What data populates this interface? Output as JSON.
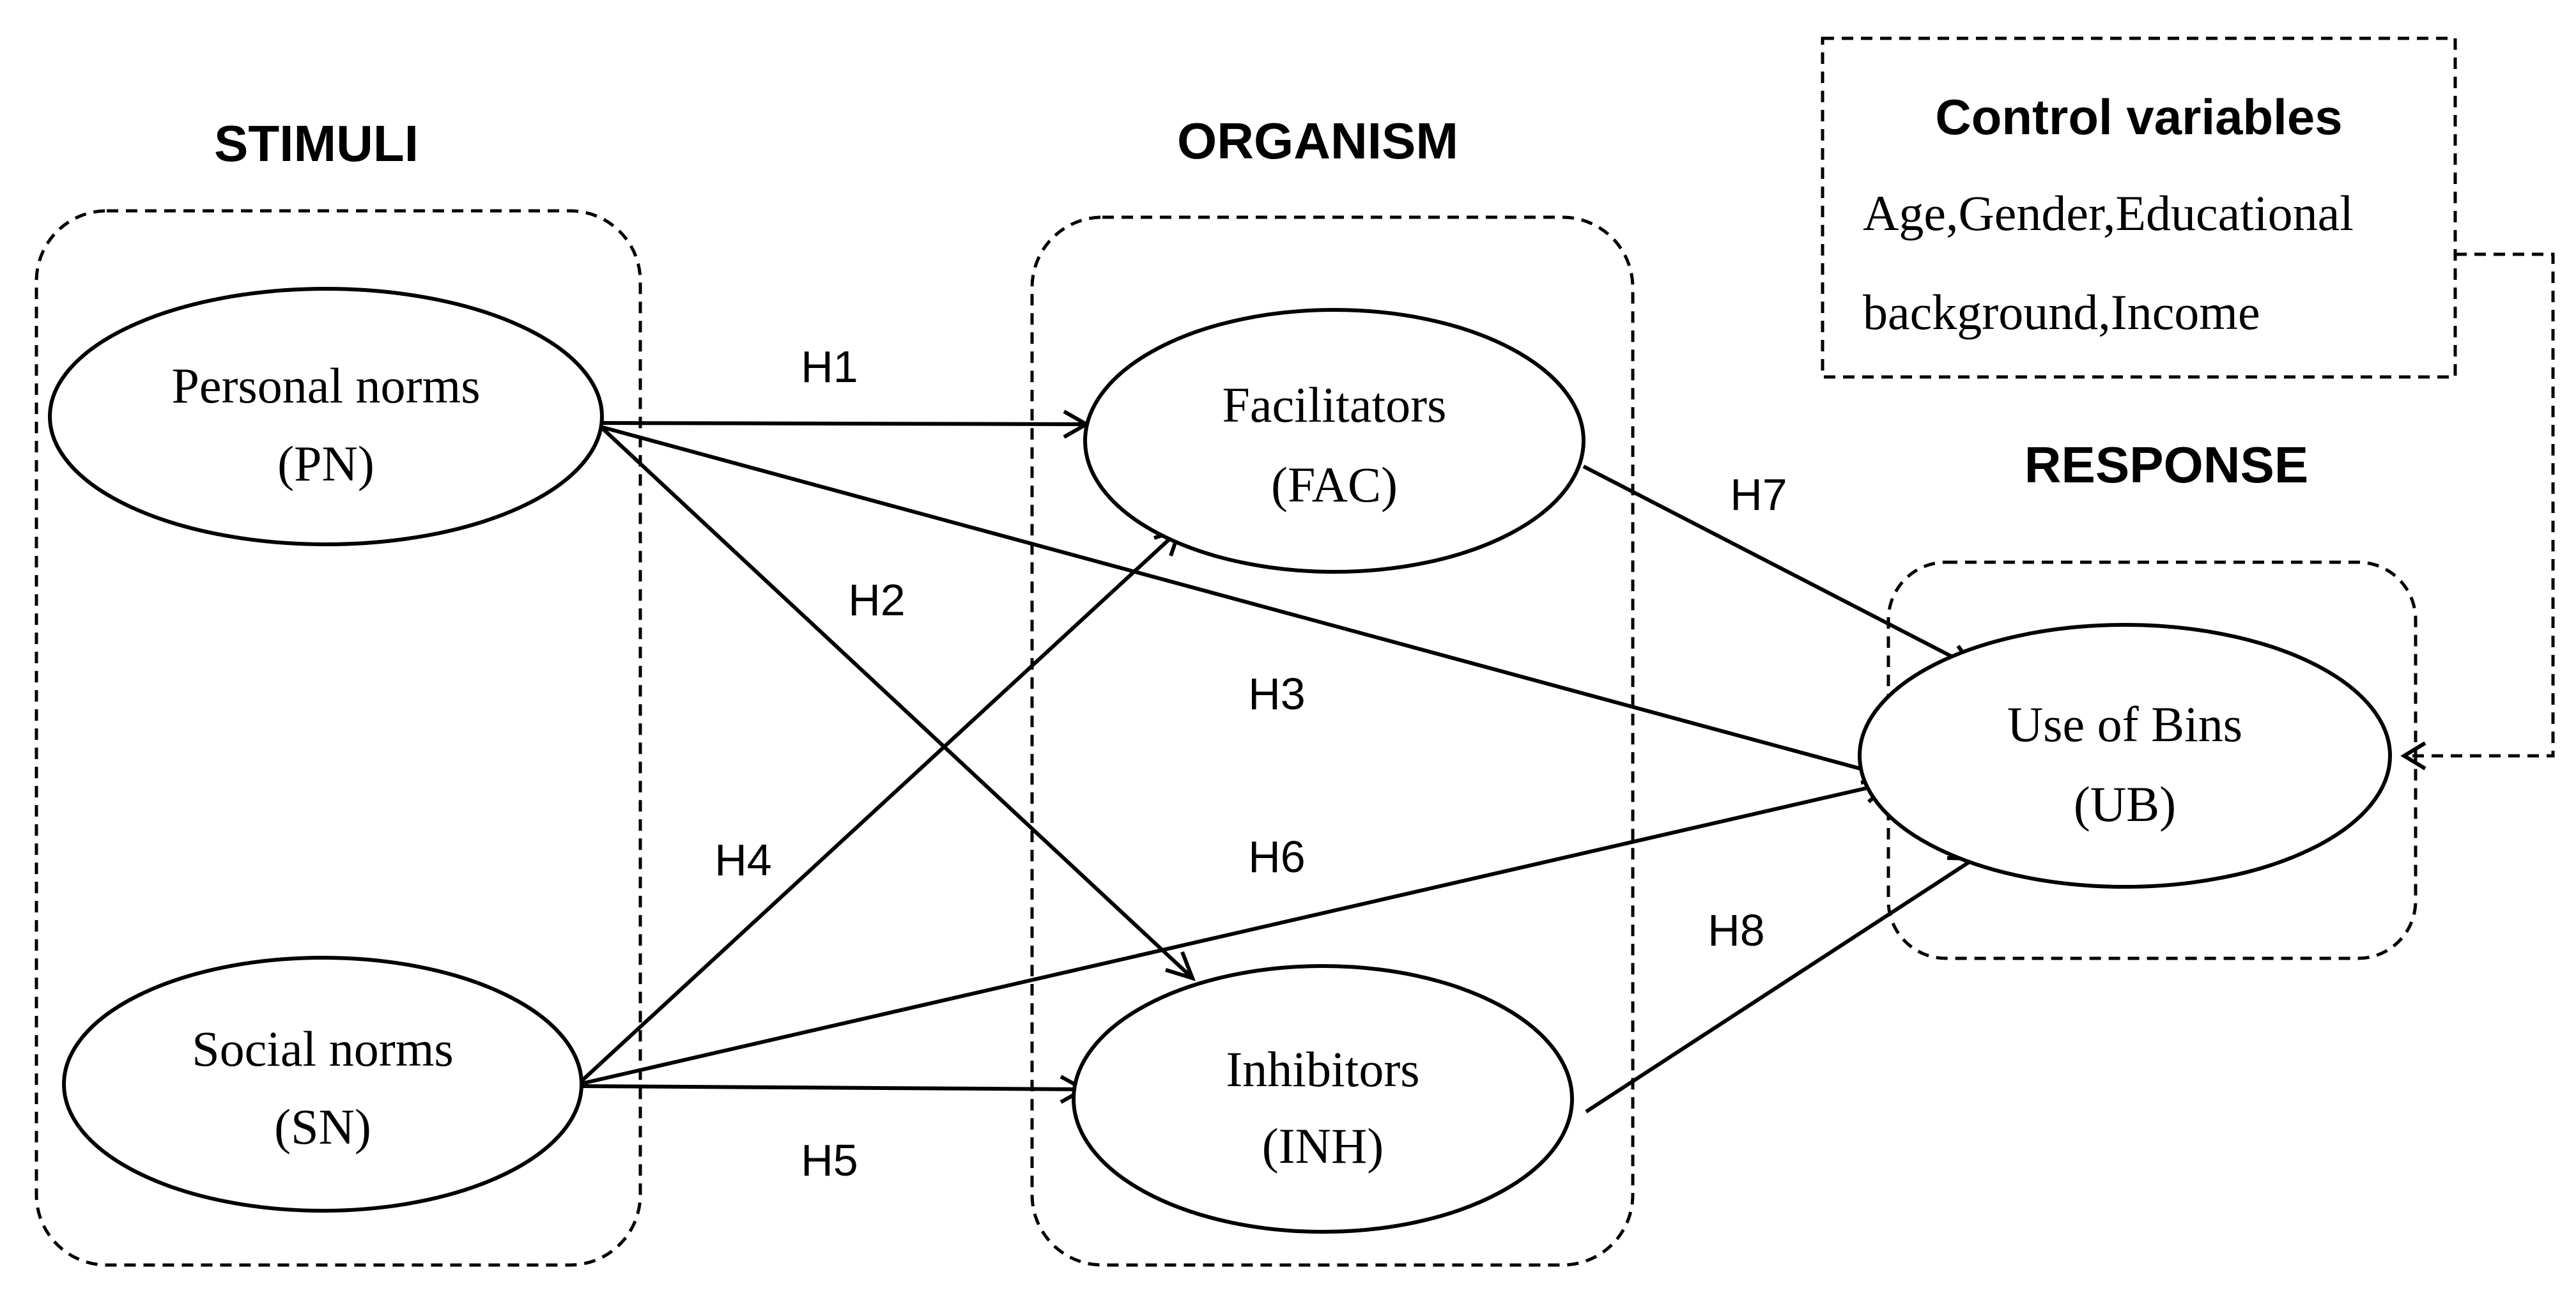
{
  "groups": {
    "stimuli": "STIMULI",
    "organism": "ORGANISM",
    "response": "RESPONSE"
  },
  "control": {
    "title": "Control variables",
    "line1": "Age,Gender,Educational",
    "line2": "background,Income"
  },
  "nodes": {
    "pn": {
      "name": "Personal norms",
      "abbr": "(PN)"
    },
    "sn": {
      "name": "Social norms",
      "abbr": "(SN)"
    },
    "fac": {
      "name": "Facilitators",
      "abbr": "(FAC)"
    },
    "inh": {
      "name": "Inhibitors",
      "abbr": "(INH)"
    },
    "ub": {
      "name": "Use of Bins",
      "abbr": "(UB)"
    }
  },
  "hypotheses": {
    "h1": "H1",
    "h2": "H2",
    "h3": "H3",
    "h4": "H4",
    "h5": "H5",
    "h6": "H6",
    "h7": "H7",
    "h8": "H8"
  }
}
